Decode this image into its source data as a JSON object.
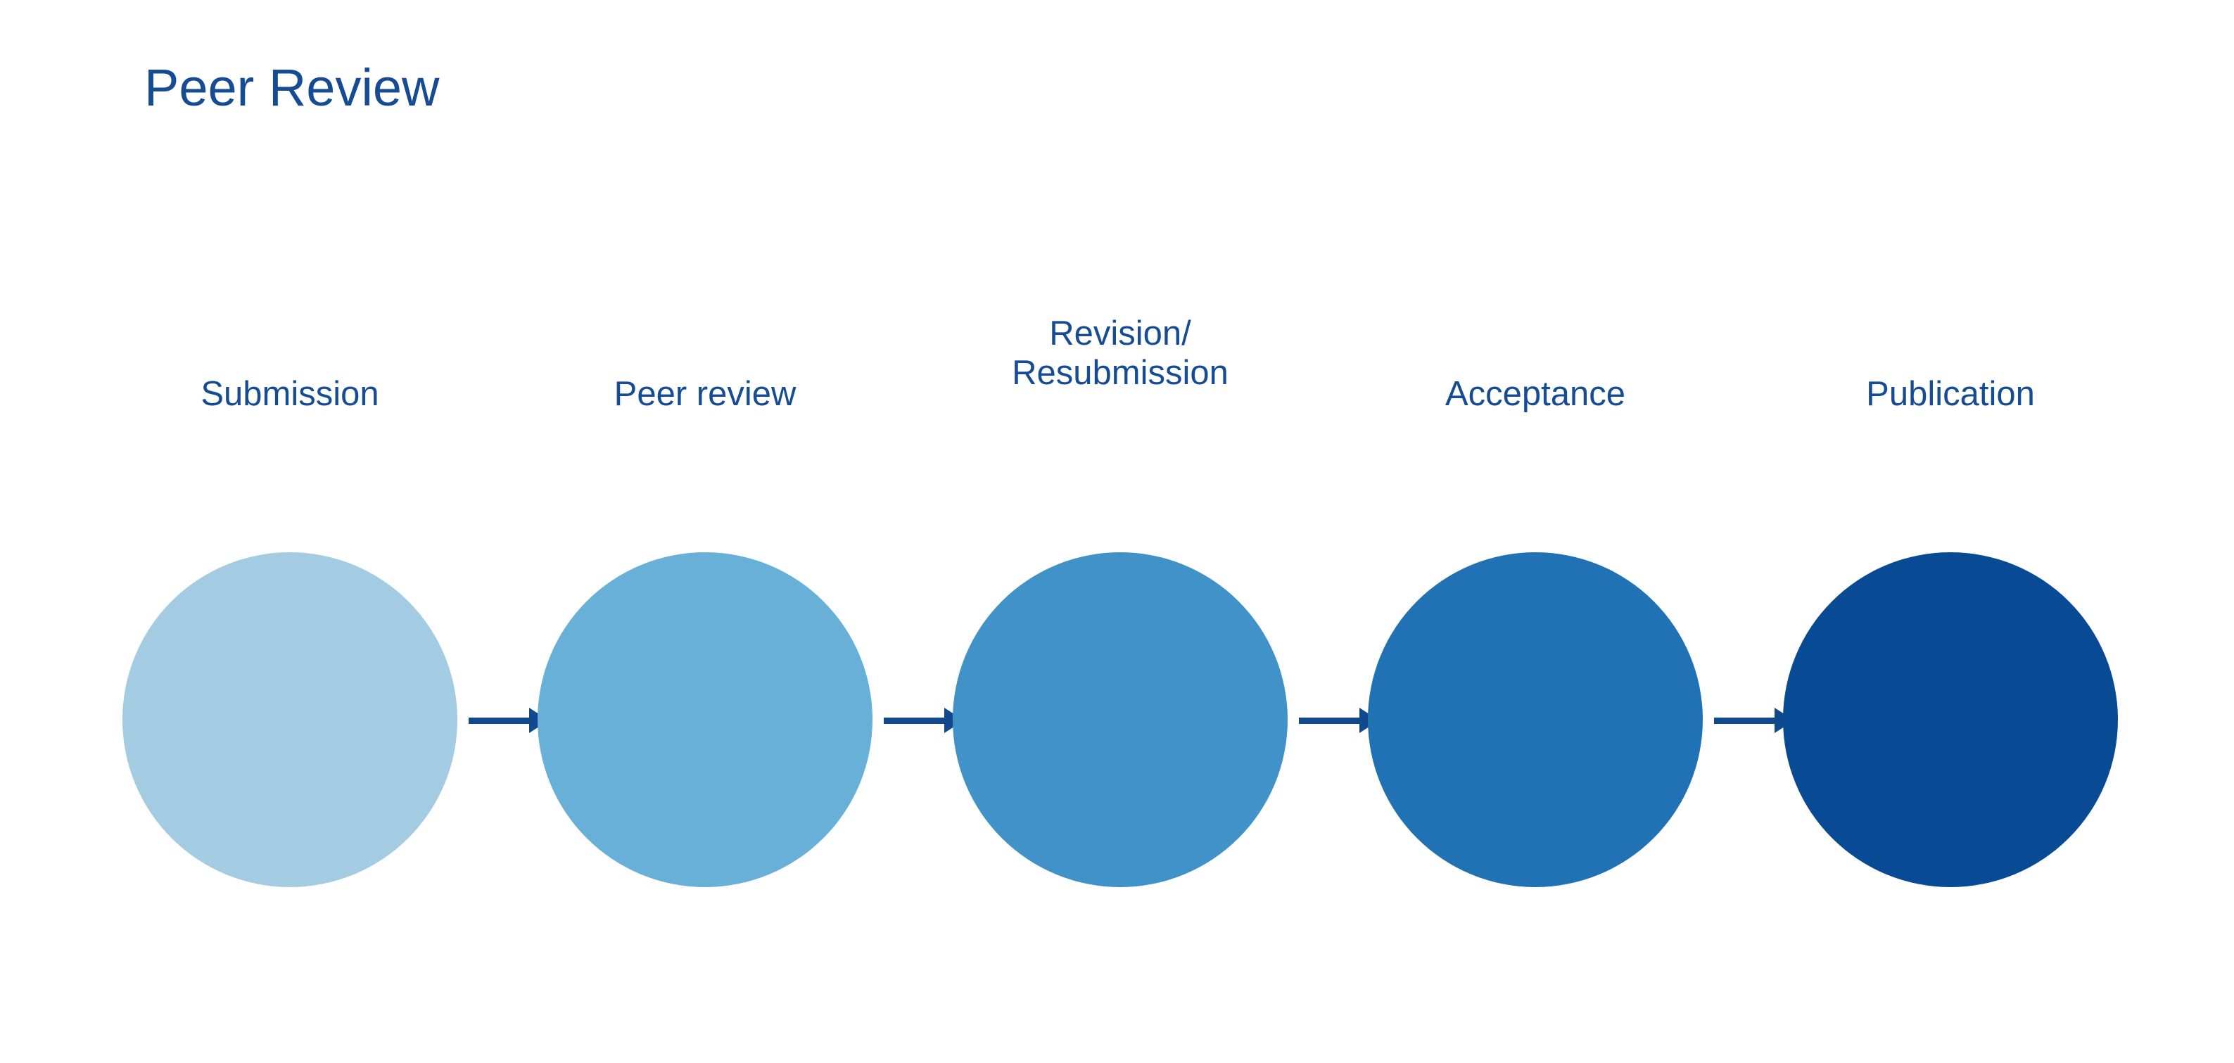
{
  "diagram": {
    "title": "Peer Review",
    "title_color": "#154C94",
    "background_color": "#FFFFFF",
    "label_color": "#154C94",
    "arrow_color": "#114A8C",
    "type": "linear-process-flow",
    "stage_count": 5,
    "arrow_count": 4,
    "stages": [
      {
        "label": "Submission",
        "label_lines": [
          "Submission"
        ],
        "color": "#A3CCE2",
        "order": 1
      },
      {
        "label": "Peer review",
        "label_lines": [
          "Peer review"
        ],
        "color": "#68B0D8",
        "order": 2
      },
      {
        "label": "Revision/\nResubmission",
        "label_lines": [
          "Revision/",
          "Resubmission"
        ],
        "color": "#4192C8",
        "order": 3
      },
      {
        "label": "Acceptance",
        "label_lines": [
          "Acceptance"
        ],
        "color": "#2072B4",
        "order": 4
      },
      {
        "label": "Publication",
        "label_lines": [
          "Publication"
        ],
        "color": "#084A94",
        "order": 5
      }
    ]
  }
}
